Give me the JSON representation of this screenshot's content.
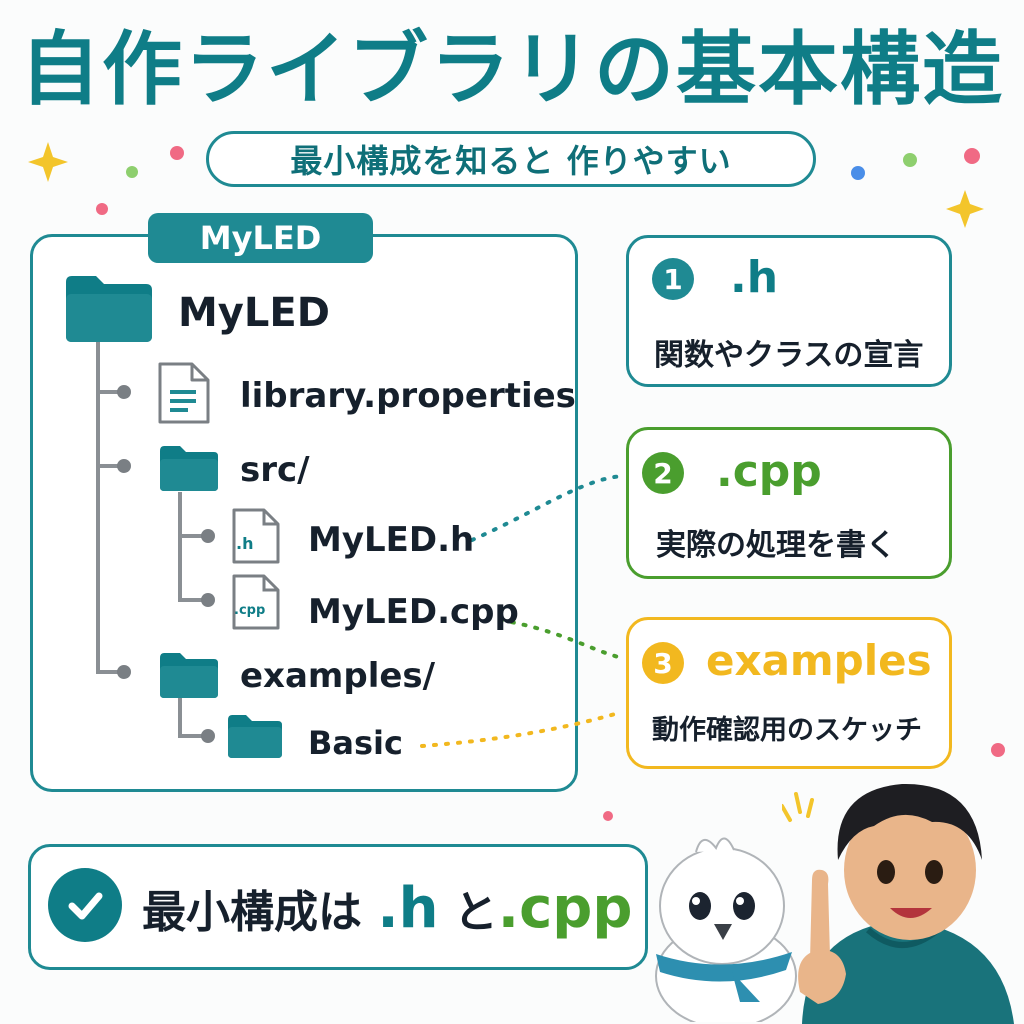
{
  "title": "自作ライブラリの基本構造",
  "subtitle": "最小構成を知ると 作りやすい",
  "tree": {
    "tag": "MyLED",
    "root": "MyLED",
    "items": {
      "properties": "library.properties",
      "src": "src/",
      "header": "MyLED.h",
      "header_icon": ".h",
      "source": "MyLED.cpp",
      "source_icon": ".cpp",
      "examples": "examples/",
      "basic": "Basic"
    }
  },
  "cards": [
    {
      "number": "1",
      "heading": ".h",
      "desc": "関数やクラスの宣言",
      "color": "#1f8a93"
    },
    {
      "number": "2",
      "heading": ".cpp",
      "desc": "実際の処理を書く",
      "color": "#4a9e2e"
    },
    {
      "number": "3",
      "heading": "examples",
      "desc": "動作確認用のスケッチ",
      "color": "#f2b81f"
    }
  ],
  "summary": {
    "prefix": "最小構成は",
    "h": ".h",
    "middle": "と",
    "cpp": ".cpp"
  }
}
